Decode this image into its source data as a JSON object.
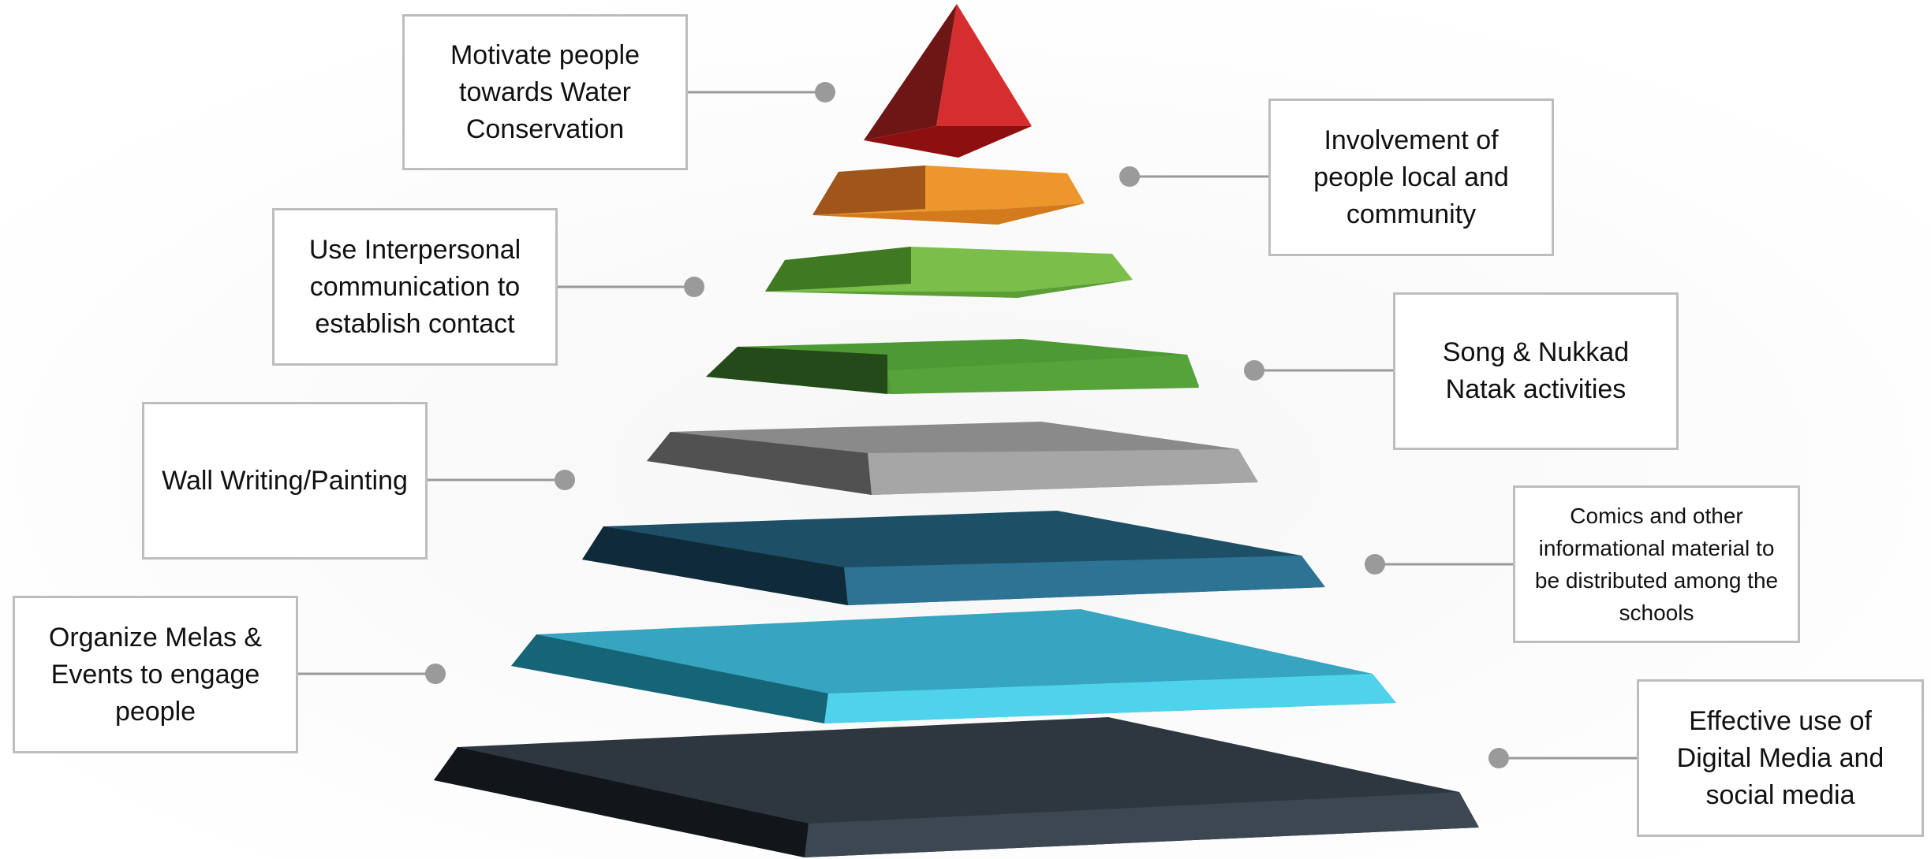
{
  "diagram": {
    "labels": {
      "apex": "Motivate people towards Water Conservation",
      "level1": "Involvement of people local and community",
      "level2": "Use Interpersonal communication to establish contact",
      "level3": "Song & Nukkad Natak activities",
      "level4": "Wall Writing/Painting",
      "level5": "Comics and other informational material to be distributed among the schools",
      "level6": "Organize Melas & Events to engage people",
      "level7": "Effective use of Digital Media and social media"
    },
    "colors": {
      "apex": "#d42b2b",
      "level1": "#e98a24",
      "level2": "#72b844",
      "level3": "#4a9632",
      "level4": "#a0a0a0",
      "level5": "#2c6b86",
      "level6": "#41b8d8",
      "level7": "#33404c"
    }
  }
}
